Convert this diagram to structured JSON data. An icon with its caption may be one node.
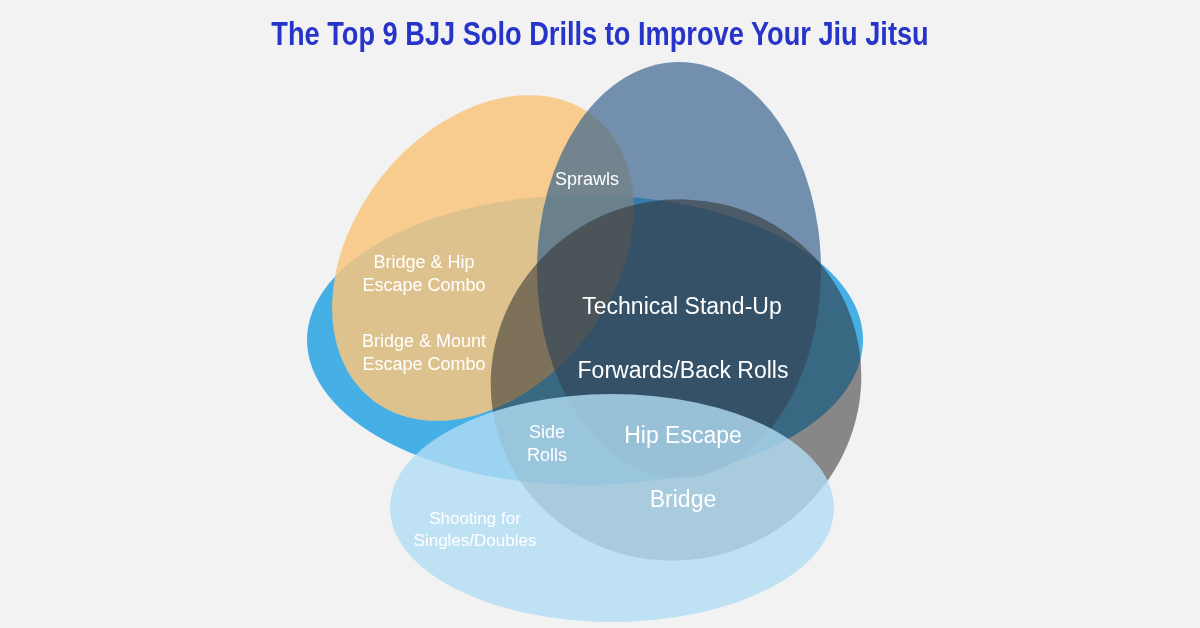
{
  "diagram": {
    "title": "The Top 9 BJJ Solo Drills to Improve Your Jiu Jitsu",
    "labels": [
      "Sprawls",
      "Bridge & Hip Escape Combo",
      "Technical Stand-Up",
      "Bridge & Mount Escape Combo",
      "Forwards/Back Rolls",
      "Side Rolls",
      "Hip Escape",
      "Bridge",
      "Shooting for Singles/Doubles"
    ]
  }
}
